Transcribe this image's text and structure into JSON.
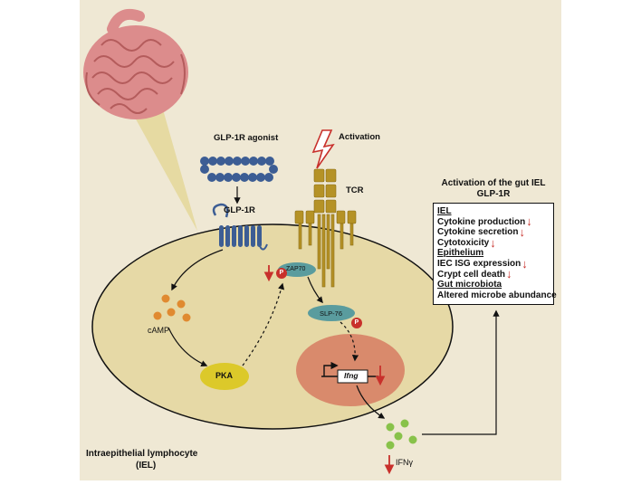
{
  "labels": {
    "glp1r_agonist": "GLP-1R agonist",
    "activation": "Activation",
    "tcr": "TCR",
    "glp1r": "GLP-1R",
    "zap70": "ZAP70",
    "p": "P",
    "camp": "cAMP",
    "slp76": "SLP-76",
    "pka": "PKA",
    "ifng": "Ifng",
    "ifngamma": "IFNγ",
    "cell_line1": "Intraepithelial lymphocyte",
    "cell_line2": "(IEL)"
  },
  "summary": {
    "title_line1": "Activation of the gut IEL",
    "title_line2": "GLP-1R",
    "items": [
      {
        "text": "IEL",
        "header": true,
        "arrow": false
      },
      {
        "text": "Cytokine production",
        "header": false,
        "arrow": true
      },
      {
        "text": "Cytokine secretion",
        "header": false,
        "arrow": true
      },
      {
        "text": "Cytotoxicity",
        "header": false,
        "arrow": true
      },
      {
        "text": "Epithelium",
        "header": true,
        "arrow": false
      },
      {
        "text": "IEC ISG expression",
        "header": false,
        "arrow": true
      },
      {
        "text": "Crypt cell death",
        "header": false,
        "arrow": true
      },
      {
        "text": "Gut microbiota",
        "header": true,
        "arrow": false
      },
      {
        "text": "Altered microbe abundance",
        "header": false,
        "arrow": false
      }
    ]
  },
  "colors": {
    "background_panel": "#efe8d4",
    "cell_fill": "#e6d9a6",
    "nucleus_fill": "#d98a6c",
    "intestine": "#dc8c8c",
    "receptor": "#3c5d94",
    "tcr": "#b59226",
    "zap70": "#5a9c9e",
    "phospho": "#c8302b",
    "camp": "#e08a30",
    "pka": "#dcc92a",
    "ifng_dots": "#88c24a",
    "down_arrow": "#c8302b"
  }
}
